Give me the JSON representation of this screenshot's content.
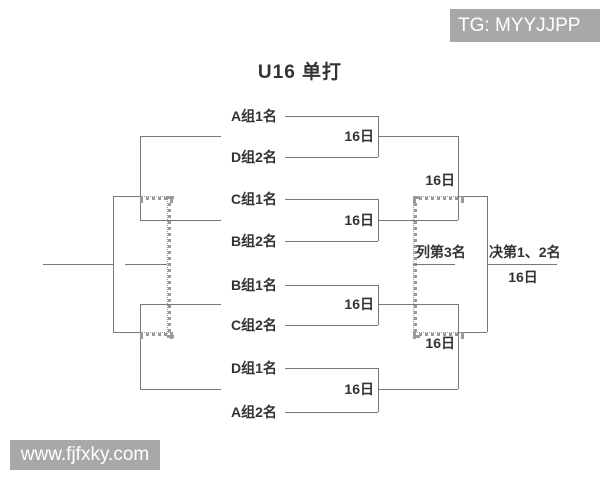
{
  "badges": {
    "top": "TG: MYYJJPP",
    "bottom": "www.fjfxky.com"
  },
  "title": "U16 单打",
  "bracket": {
    "round1": {
      "teams": [
        "A组1名",
        "D组2名",
        "C组1名",
        "B组2名",
        "B组1名",
        "C组2名",
        "D组1名",
        "A组2名"
      ],
      "match_dates": [
        "16日",
        "16日",
        "16日",
        "16日"
      ]
    },
    "semifinals": {
      "match_dates": [
        "16日",
        "16日"
      ]
    },
    "third_place": {
      "label": "列第3名"
    },
    "final": {
      "label": "决第1、2名",
      "date": "16日"
    }
  },
  "colors": {
    "line": "#777777",
    "dotted_line": "#9a9a9a",
    "text": "#333333",
    "badge_bg": "#a8a8a8",
    "badge_text": "#ffffff"
  }
}
